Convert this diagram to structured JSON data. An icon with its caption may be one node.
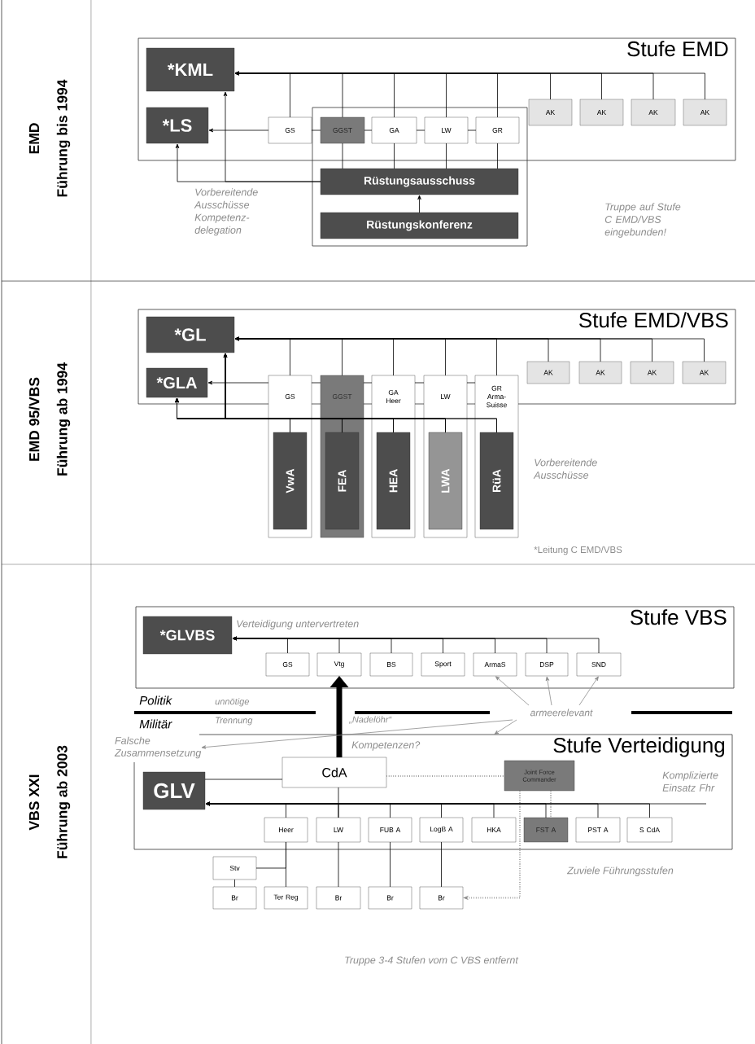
{
  "diagram": {
    "nodes": [
      {
        "text": [
          "Stufe EMD"
        ]
      },
      {
        "text": [
          "*KML"
        ],
        "in": 0
      },
      {
        "text": [
          "*LS"
        ],
        "in": 0
      },
      {
        "text": [
          "GS"
        ],
        "in": 0
      },
      {
        "text": [
          "GGST"
        ],
        "in": 0
      },
      {
        "text": [
          "GA"
        ],
        "in": 0
      },
      {
        "text": [
          "LW"
        ],
        "in": 0
      },
      {
        "text": [
          "GR"
        ],
        "in": 0
      },
      {
        "text": [
          "AK"
        ],
        "in": 0
      },
      {
        "text": [
          "AK"
        ],
        "in": 0
      },
      {
        "text": [
          "AK"
        ],
        "in": 0
      },
      {
        "text": [
          "AK"
        ],
        "in": 0
      },
      {
        "text": [
          "Rüstungsausschuss"
        ]
      },
      {
        "text": [
          "Rüstungskonferenz"
        ]
      },
      {
        "text": [
          "Stufe EMD/VBS"
        ]
      },
      {
        "text": [
          "*GL"
        ],
        "in": 14
      },
      {
        "text": [
          "*GLA"
        ],
        "in": 14
      },
      {
        "text": [
          "GS"
        ]
      },
      {
        "text": [
          "VwA"
        ],
        "in": 17
      },
      {
        "text": [
          "GGST"
        ]
      },
      {
        "text": [
          "FEA"
        ],
        "in": 19
      },
      {
        "text": [
          "GA Heer"
        ]
      },
      {
        "text": [
          "HEA"
        ],
        "in": 21
      },
      {
        "text": [
          "LW"
        ]
      },
      {
        "text": [
          "LWA"
        ],
        "in": 23
      },
      {
        "text": [
          "GR Arma-Suisse"
        ]
      },
      {
        "text": [
          "RüA"
        ],
        "in": 25
      },
      {
        "text": [
          "AK"
        ],
        "in": 14
      },
      {
        "text": [
          "AK"
        ],
        "in": 14
      },
      {
        "text": [
          "AK"
        ],
        "in": 14
      },
      {
        "text": [
          "AK"
        ],
        "in": 14
      },
      {
        "text": [
          "Stufe VBS"
        ]
      },
      {
        "text": [
          "*GLVBS"
        ],
        "in": 31
      },
      {
        "text": [
          "GS"
        ],
        "in": 31
      },
      {
        "text": [
          "Vtg"
        ],
        "in": 31
      },
      {
        "text": [
          "BS"
        ],
        "in": 31
      },
      {
        "text": [
          "Sport"
        ],
        "in": 31
      },
      {
        "text": [
          "ArmaS"
        ],
        "in": 31
      },
      {
        "text": [
          "DSP"
        ],
        "in": 31
      },
      {
        "text": [
          "SND"
        ],
        "in": 31
      },
      {
        "text": [
          "armeerelevant"
        ]
      },
      {
        "text": [
          "Stufe Verteidigung"
        ]
      },
      {
        "text": [
          "CdA"
        ],
        "in": 41
      },
      {
        "text": [
          "GLV"
        ],
        "in": 41
      },
      {
        "text": [
          "Joint Force Commander"
        ],
        "in": 41
      },
      {
        "text": [
          "Heer"
        ],
        "in": 41
      },
      {
        "text": [
          "LW"
        ],
        "in": 41
      },
      {
        "text": [
          "FUB A"
        ],
        "in": 41
      },
      {
        "text": [
          "LogB A"
        ],
        "in": 41
      },
      {
        "text": [
          "HKA"
        ],
        "in": 41
      },
      {
        "text": [
          "FST A"
        ],
        "in": 41
      },
      {
        "text": [
          "PST A"
        ],
        "in": 41
      },
      {
        "text": [
          "S CdA"
        ],
        "in": 41
      },
      {
        "text": [
          "Stv"
        ]
      },
      {
        "text": [
          "Br"
        ]
      },
      {
        "text": [
          "Ter Reg"
        ]
      },
      {
        "text": [
          "Br"
        ]
      },
      {
        "text": [
          "Br"
        ]
      },
      {
        "text": [
          "Br"
        ]
      },
      {
        "text": [
          "Falsche Zusammensetzung"
        ]
      }
    ],
    "edges": [
      {
        "from": 3,
        "to": 1,
        "arrow": "to"
      },
      {
        "from": 4,
        "to": 1,
        "arrow": "to"
      },
      {
        "from": 5,
        "to": 1,
        "arrow": "to"
      },
      {
        "from": 6,
        "to": 1,
        "arrow": "to"
      },
      {
        "from": 7,
        "to": 1,
        "arrow": "to"
      },
      {
        "from": 8,
        "to": 1,
        "arrow": "to"
      },
      {
        "from": 9,
        "to": 1,
        "arrow": "to"
      },
      {
        "from": 10,
        "to": 1,
        "arrow": "to"
      },
      {
        "from": 11,
        "to": 1,
        "arrow": "to"
      },
      {
        "from": 3,
        "to": 2,
        "arrow": "to"
      },
      {
        "from": 4,
        "to": 3,
        "arrow": "none"
      },
      {
        "from": 5,
        "to": 4,
        "arrow": "none"
      },
      {
        "from": 6,
        "to": 5,
        "arrow": "none"
      },
      {
        "from": 7,
        "to": 6,
        "arrow": "none"
      },
      {
        "from": 4,
        "to": 12,
        "arrow": "none"
      },
      {
        "from": 5,
        "to": 12,
        "arrow": "none"
      },
      {
        "from": 6,
        "to": 12,
        "arrow": "none"
      },
      {
        "from": 7,
        "to": 12,
        "arrow": "none"
      },
      {
        "from": 13,
        "to": 12,
        "arrow": "to"
      },
      {
        "from": 12,
        "to": 2,
        "arrow": "to"
      },
      {
        "from": 12,
        "to": 1,
        "arrow": "to"
      },
      {
        "from": 17,
        "to": 15,
        "arrow": "to"
      },
      {
        "from": 19,
        "to": 15,
        "arrow": "to"
      },
      {
        "from": 21,
        "to": 15,
        "arrow": "to"
      },
      {
        "from": 23,
        "to": 15,
        "arrow": "to"
      },
      {
        "from": 25,
        "to": 15,
        "arrow": "to"
      },
      {
        "from": 27,
        "to": 15,
        "arrow": "to"
      },
      {
        "from": 28,
        "to": 15,
        "arrow": "to"
      },
      {
        "from": 29,
        "to": 15,
        "arrow": "to"
      },
      {
        "from": 30,
        "to": 15,
        "arrow": "to"
      },
      {
        "from": 17,
        "to": 16,
        "arrow": "to"
      },
      {
        "from": 19,
        "to": 17,
        "arrow": "none"
      },
      {
        "from": 21,
        "to": 19,
        "arrow": "none"
      },
      {
        "from": 23,
        "to": 21,
        "arrow": "none"
      },
      {
        "from": 25,
        "to": 23,
        "arrow": "none"
      },
      {
        "from": 18,
        "to": 16,
        "arrow": "to"
      },
      {
        "from": 20,
        "to": 16,
        "arrow": "to"
      },
      {
        "from": 22,
        "to": 16,
        "arrow": "to"
      },
      {
        "from": 24,
        "to": 16,
        "arrow": "to"
      },
      {
        "from": 26,
        "to": 16,
        "arrow": "to"
      },
      {
        "from": 18,
        "to": 15,
        "arrow": "to"
      },
      {
        "from": 20,
        "to": 15,
        "arrow": "to"
      },
      {
        "from": 22,
        "to": 15,
        "arrow": "to"
      },
      {
        "from": 24,
        "to": 15,
        "arrow": "to"
      },
      {
        "from": 26,
        "to": 15,
        "arrow": "to"
      },
      {
        "from": 33,
        "to": 32,
        "arrow": "to"
      },
      {
        "from": 34,
        "to": 32,
        "arrow": "to"
      },
      {
        "from": 35,
        "to": 32,
        "arrow": "to"
      },
      {
        "from": 36,
        "to": 32,
        "arrow": "to"
      },
      {
        "from": 37,
        "to": 32,
        "arrow": "to"
      },
      {
        "from": 38,
        "to": 32,
        "arrow": "to"
      },
      {
        "from": 39,
        "to": 32,
        "arrow": "to"
      },
      {
        "from": 42,
        "to": 34,
        "arrow": "to",
        "style": "thick"
      },
      {
        "from": 40,
        "to": 37,
        "arrow": "to",
        "color": "#8c8c8c"
      },
      {
        "from": 40,
        "to": 38,
        "arrow": "to",
        "color": "#8c8c8c"
      },
      {
        "from": 40,
        "to": 39,
        "arrow": "to",
        "color": "#8c8c8c"
      },
      {
        "from": 40,
        "to": 41,
        "arrow": "to",
        "color": "#8c8c8c"
      },
      {
        "from": 40,
        "to": 59,
        "arrow": "to",
        "color": "#8c8c8c"
      },
      {
        "from": 42,
        "to": 43,
        "arrow": "none"
      },
      {
        "from": 42,
        "to": 44,
        "arrow": "none",
        "style": "dashed",
        "color": "#8c8c8c"
      },
      {
        "from": 45,
        "to": 43,
        "arrow": "to"
      },
      {
        "from": 46,
        "to": 43,
        "arrow": "to"
      },
      {
        "from": 47,
        "to": 43,
        "arrow": "to"
      },
      {
        "from": 48,
        "to": 43,
        "arrow": "to"
      },
      {
        "from": 49,
        "to": 43,
        "arrow": "to"
      },
      {
        "from": 50,
        "to": 43,
        "arrow": "to"
      },
      {
        "from": 51,
        "to": 43,
        "arrow": "to"
      },
      {
        "from": 52,
        "to": 43,
        "arrow": "to"
      },
      {
        "from": 42,
        "to": 46,
        "arrow": "none"
      },
      {
        "from": 44,
        "to": 50,
        "arrow": "none",
        "style": "dashed",
        "color": "#8c8c8c"
      },
      {
        "from": 44,
        "to": 58,
        "arrow": "to",
        "style": "dashed",
        "color": "#8c8c8c"
      },
      {
        "from": 45,
        "to": 55,
        "arrow": "none"
      },
      {
        "from": 45,
        "to": 53,
        "arrow": "none"
      },
      {
        "from": 53,
        "to": 54,
        "arrow": "none"
      },
      {
        "from": 46,
        "to": 56,
        "arrow": "none"
      },
      {
        "from": 47,
        "to": 57,
        "arrow": "none"
      },
      {
        "from": 48,
        "to": 58,
        "arrow": "none"
      },
      {
        "from": null,
        "to": 43,
        "arrow": "to"
      }
    ],
    "labels": [
      "EMD",
      "Führung bis 1994",
      "Vorbereitende Ausschüsse Kompetenz-delegation",
      "Truppe auf Stufe C EMD/VBS eingebunden!",
      "EMD 95/VBS",
      "Führung ab 1994",
      "Vorbereitende Ausschüsse",
      "*Leitung C EMD/VBS",
      "VBS XXI",
      "Führung ab 2003",
      "Verteidigung untervertreten",
      "Politik",
      "unnötige Trennung",
      "Militär",
      "„Nadelöhr“",
      "Kompetenzen?",
      "Komplizierte Einsatz Fhr",
      "Zuviele Führungsstufen",
      "Truppe 3-4 Stufen vom C VBS entfernt"
    ]
  }
}
